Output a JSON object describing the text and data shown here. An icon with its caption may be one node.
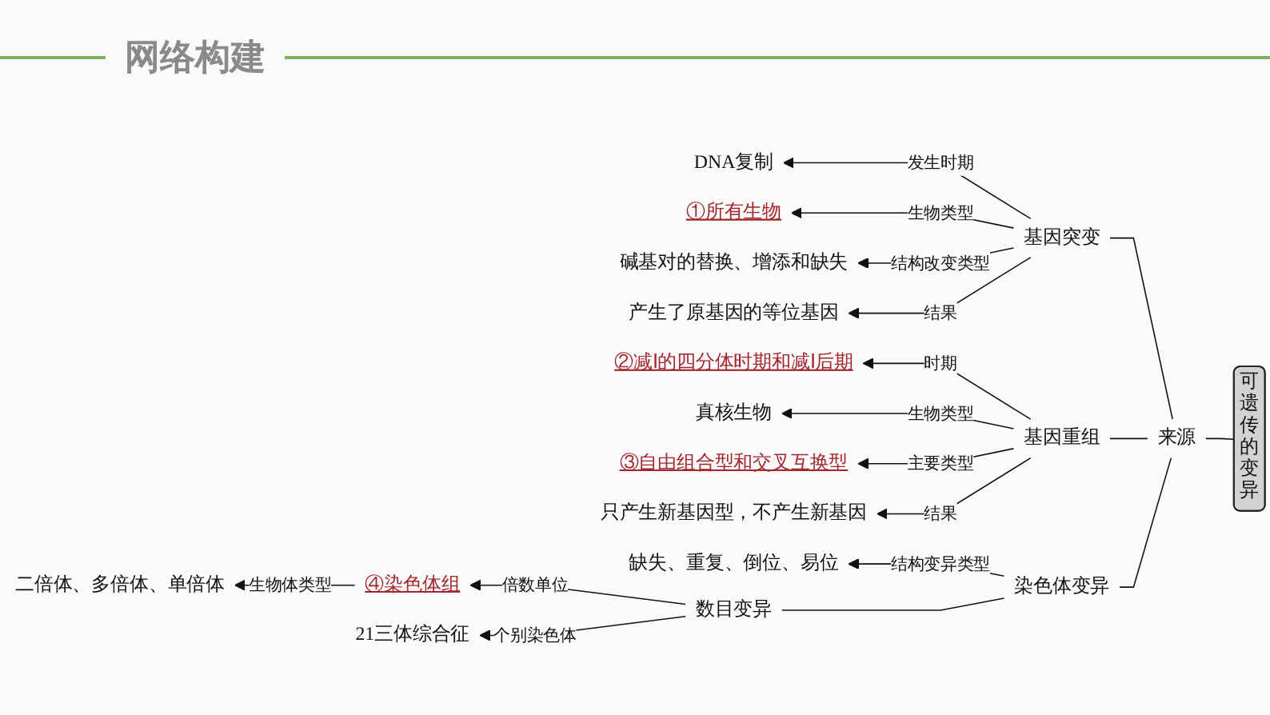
{
  "diagram": {
    "title": "网络构建",
    "nodes": [
      {
        "text": [
          "可遗传的变异"
        ]
      },
      {
        "text": [
          "来源"
        ]
      },
      {
        "text": [
          "基因突变"
        ]
      },
      {
        "text": [
          "DNA复制"
        ]
      },
      {
        "text": [
          "①所有生物"
        ]
      },
      {
        "text": [
          "碱基对的替换、增添和缺失"
        ]
      },
      {
        "text": [
          "产生了原基因的等位基因"
        ]
      },
      {
        "text": [
          "基因重组"
        ]
      },
      {
        "text": [
          "②减Ⅰ的四分体时期和减Ⅰ后期"
        ]
      },
      {
        "text": [
          "真核生物"
        ]
      },
      {
        "text": [
          "③自由组合型和交叉互换型"
        ]
      },
      {
        "text": [
          "只产生新基因型，不产生新基因"
        ]
      },
      {
        "text": [
          "染色体变异"
        ]
      },
      {
        "text": [
          "缺失、重复、倒位、易位"
        ]
      },
      {
        "text": [
          "数目变异"
        ]
      },
      {
        "text": [
          "④染色体组"
        ]
      },
      {
        "text": [
          "二倍体、多倍体、单倍体"
        ]
      },
      {
        "text": [
          "21三体综合征"
        ]
      }
    ],
    "edges": [
      {
        "from": 0,
        "to": 1,
        "arrow": "none"
      },
      {
        "from": 1,
        "to": 2,
        "arrow": "none"
      },
      {
        "from": 1,
        "to": 7,
        "arrow": "none"
      },
      {
        "from": 1,
        "to": 12,
        "arrow": "none"
      },
      {
        "from": 2,
        "to": 3,
        "arrow": "to",
        "label": "发生时期"
      },
      {
        "from": 2,
        "to": 4,
        "arrow": "to",
        "label": "生物类型"
      },
      {
        "from": 2,
        "to": 5,
        "arrow": "to",
        "label": "结构改变类型"
      },
      {
        "from": 2,
        "to": 6,
        "arrow": "to",
        "label": "结果"
      },
      {
        "from": 7,
        "to": 8,
        "arrow": "to",
        "label": "时期"
      },
      {
        "from": 7,
        "to": 9,
        "arrow": "to",
        "label": "生物类型"
      },
      {
        "from": 7,
        "to": 10,
        "arrow": "to",
        "label": "主要类型"
      },
      {
        "from": 7,
        "to": 11,
        "arrow": "to",
        "label": "结果"
      },
      {
        "from": 12,
        "to": 13,
        "arrow": "to",
        "label": "结构变异类型"
      },
      {
        "from": 12,
        "to": 14,
        "arrow": "none"
      },
      {
        "from": 14,
        "to": 15,
        "arrow": "to",
        "label": "倍数单位"
      },
      {
        "from": 14,
        "to": 17,
        "arrow": "to",
        "label": "个别染色体"
      },
      {
        "from": 15,
        "to": 16,
        "arrow": "to",
        "label": "生物体类型"
      }
    ]
  }
}
